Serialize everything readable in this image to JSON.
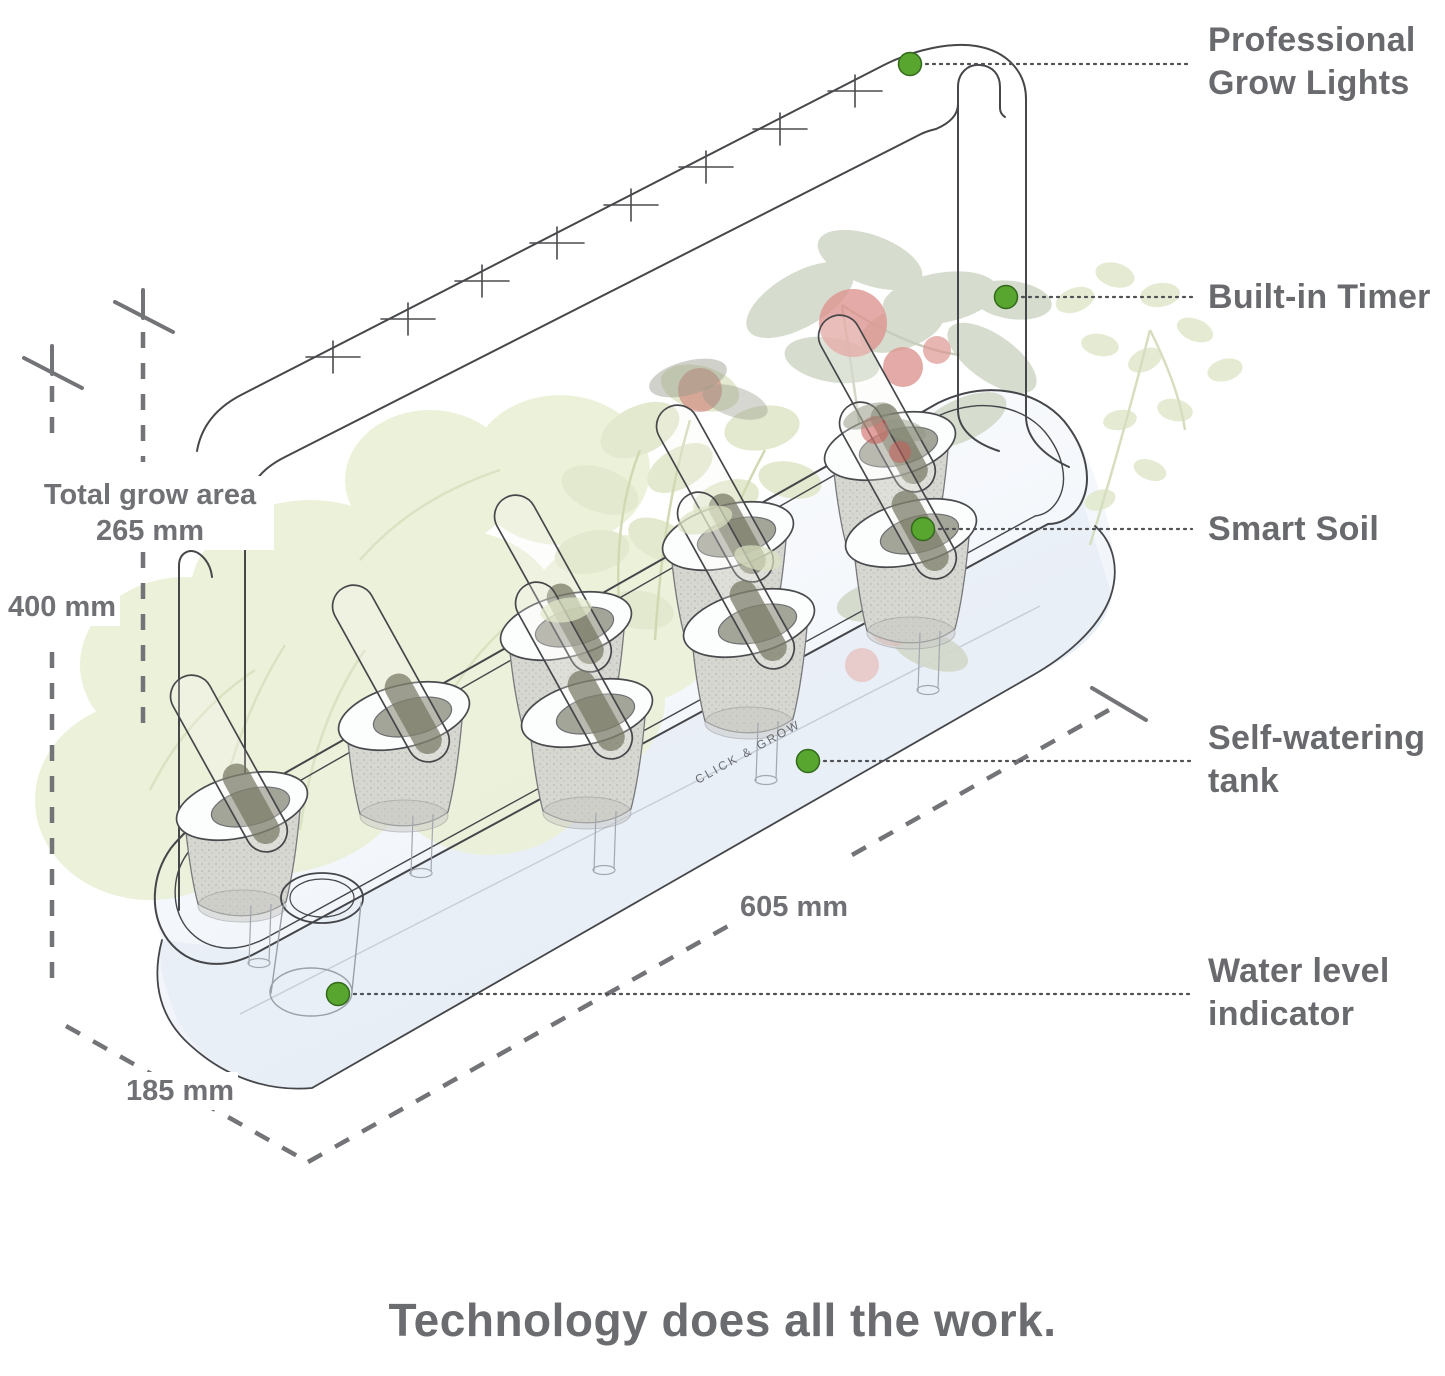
{
  "callouts": {
    "grow_lights": {
      "line1": "Professional",
      "line2": "Grow Lights"
    },
    "timer": {
      "line1": "Built-in Timer"
    },
    "smart_soil": {
      "line1": "Smart Soil"
    },
    "self_watering_tank": {
      "line1": "Self-watering",
      "line2": "tank"
    },
    "water_level": {
      "line1": "Water level",
      "line2": "indicator"
    }
  },
  "dimensions": {
    "grow_area_label": "Total grow area",
    "grow_area_value": "265 mm",
    "height": "400 mm",
    "depth": "185 mm",
    "length": "605 mm"
  },
  "device": {
    "brand_text": "CLICK & GROW"
  },
  "slogan": "Technology does all the work.",
  "colors": {
    "accent_green": "#58a52f",
    "label_gray": "#696a6d",
    "line_gray": "#46474a"
  }
}
